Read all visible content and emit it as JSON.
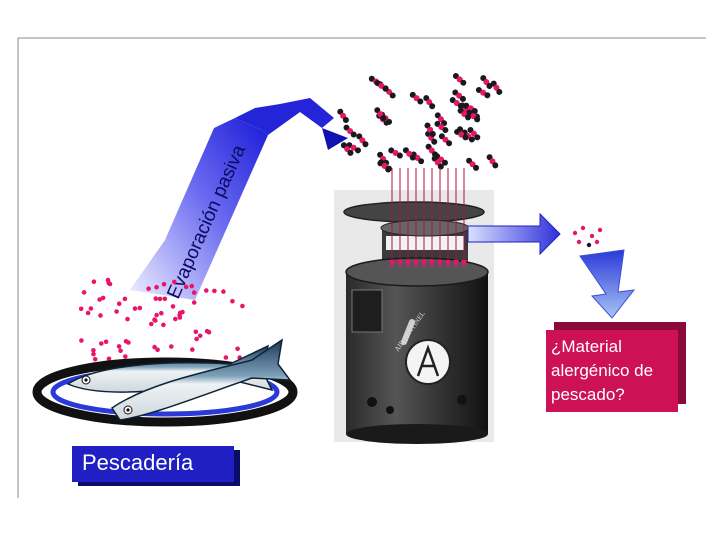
{
  "labels": {
    "evaporation": "Evaporación pasiva",
    "source": "Pescadería",
    "question_line1": "¿Material",
    "question_line2": "alergénico de",
    "question_line3": "pescado?"
  },
  "device": {
    "brand_text": "AIR SENTINEL"
  },
  "colors": {
    "particle_pink": "#e8156b",
    "particle_dark": "#1a1a1a",
    "arrow_blue": "#3a3ae0",
    "arrow_light": "#9ab6f0",
    "question_bg": "#cc1155",
    "source_bg": "#1f1fc4"
  }
}
